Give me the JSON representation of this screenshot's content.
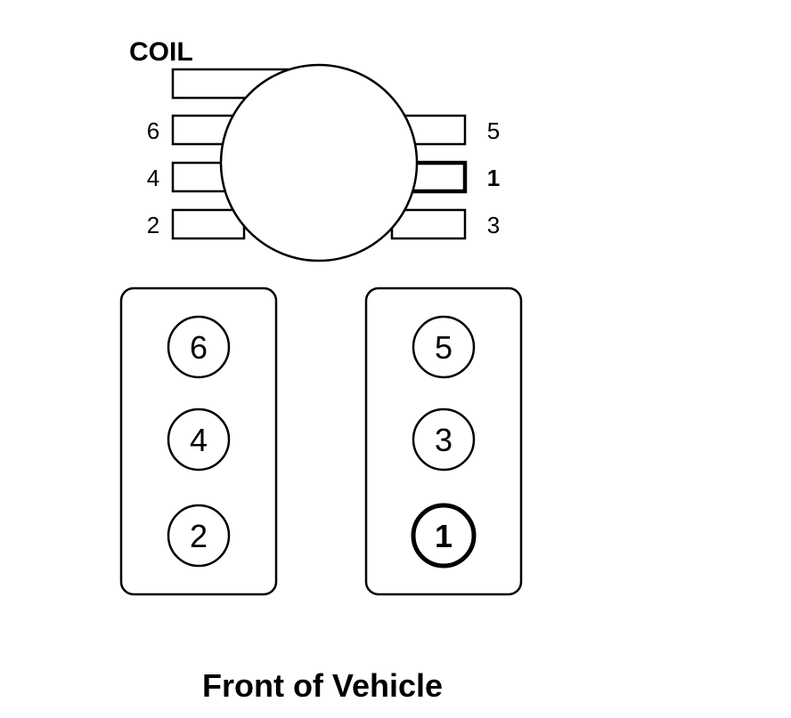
{
  "distributor": {
    "coil_label": "COIL",
    "left_terminals": [
      "6",
      "4",
      "2"
    ],
    "right_terminals": [
      "5",
      "1",
      "3"
    ]
  },
  "cylinder_banks": {
    "left": [
      "6",
      "4",
      "2"
    ],
    "right": [
      "5",
      "3",
      "1"
    ]
  },
  "front_label": "Front of Vehicle",
  "colors": {
    "stroke": "#000000",
    "background": "#ffffff"
  }
}
